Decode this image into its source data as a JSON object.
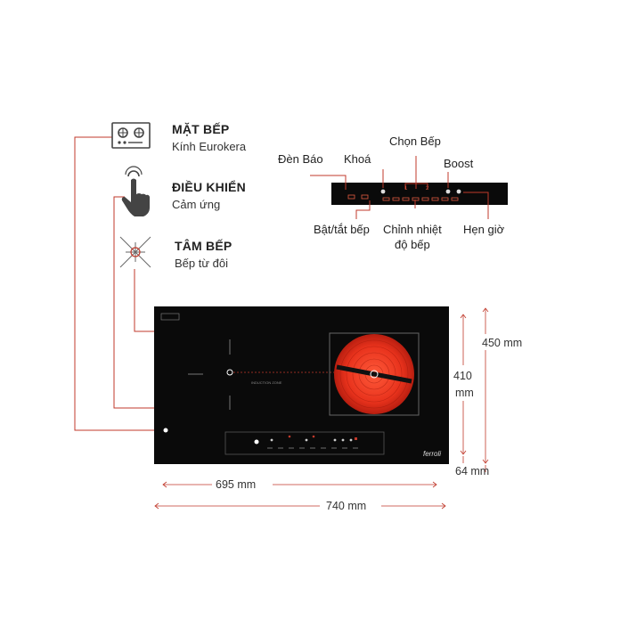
{
  "features": [
    {
      "title": "MẶT BẾP",
      "subtitle": "Kính Eurokera",
      "icon": "gas-hob-icon"
    },
    {
      "title": "ĐIỀU KHIỂN",
      "subtitle": "Cảm ứng",
      "icon": "touch-hand-icon"
    },
    {
      "title": "TÂM BẾP",
      "subtitle": "Bếp từ đôi",
      "icon": "burner-center-icon"
    }
  ],
  "control_panel": {
    "labels": {
      "indicator": "Đèn Báo",
      "lock": "Khoá",
      "select_zone": "Chọn Bếp",
      "boost": "Boost",
      "power": "Bật/tắt bếp",
      "temp_line1": "Chỉnh nhiệt",
      "temp_line2": "độ bếp",
      "timer": "Hẹn giờ"
    }
  },
  "cooktop": {
    "brand_logo": "ferroli",
    "accent_color": "#c0392b",
    "glass_color": "#0a0a0a",
    "coil_color": "#e8321c"
  },
  "dimensions": {
    "total_depth": "450 mm",
    "cutout_depth_value": "410",
    "cutout_depth_unit": "mm",
    "height": "64 mm",
    "cutout_width": "695 mm",
    "total_width": "740 mm"
  }
}
